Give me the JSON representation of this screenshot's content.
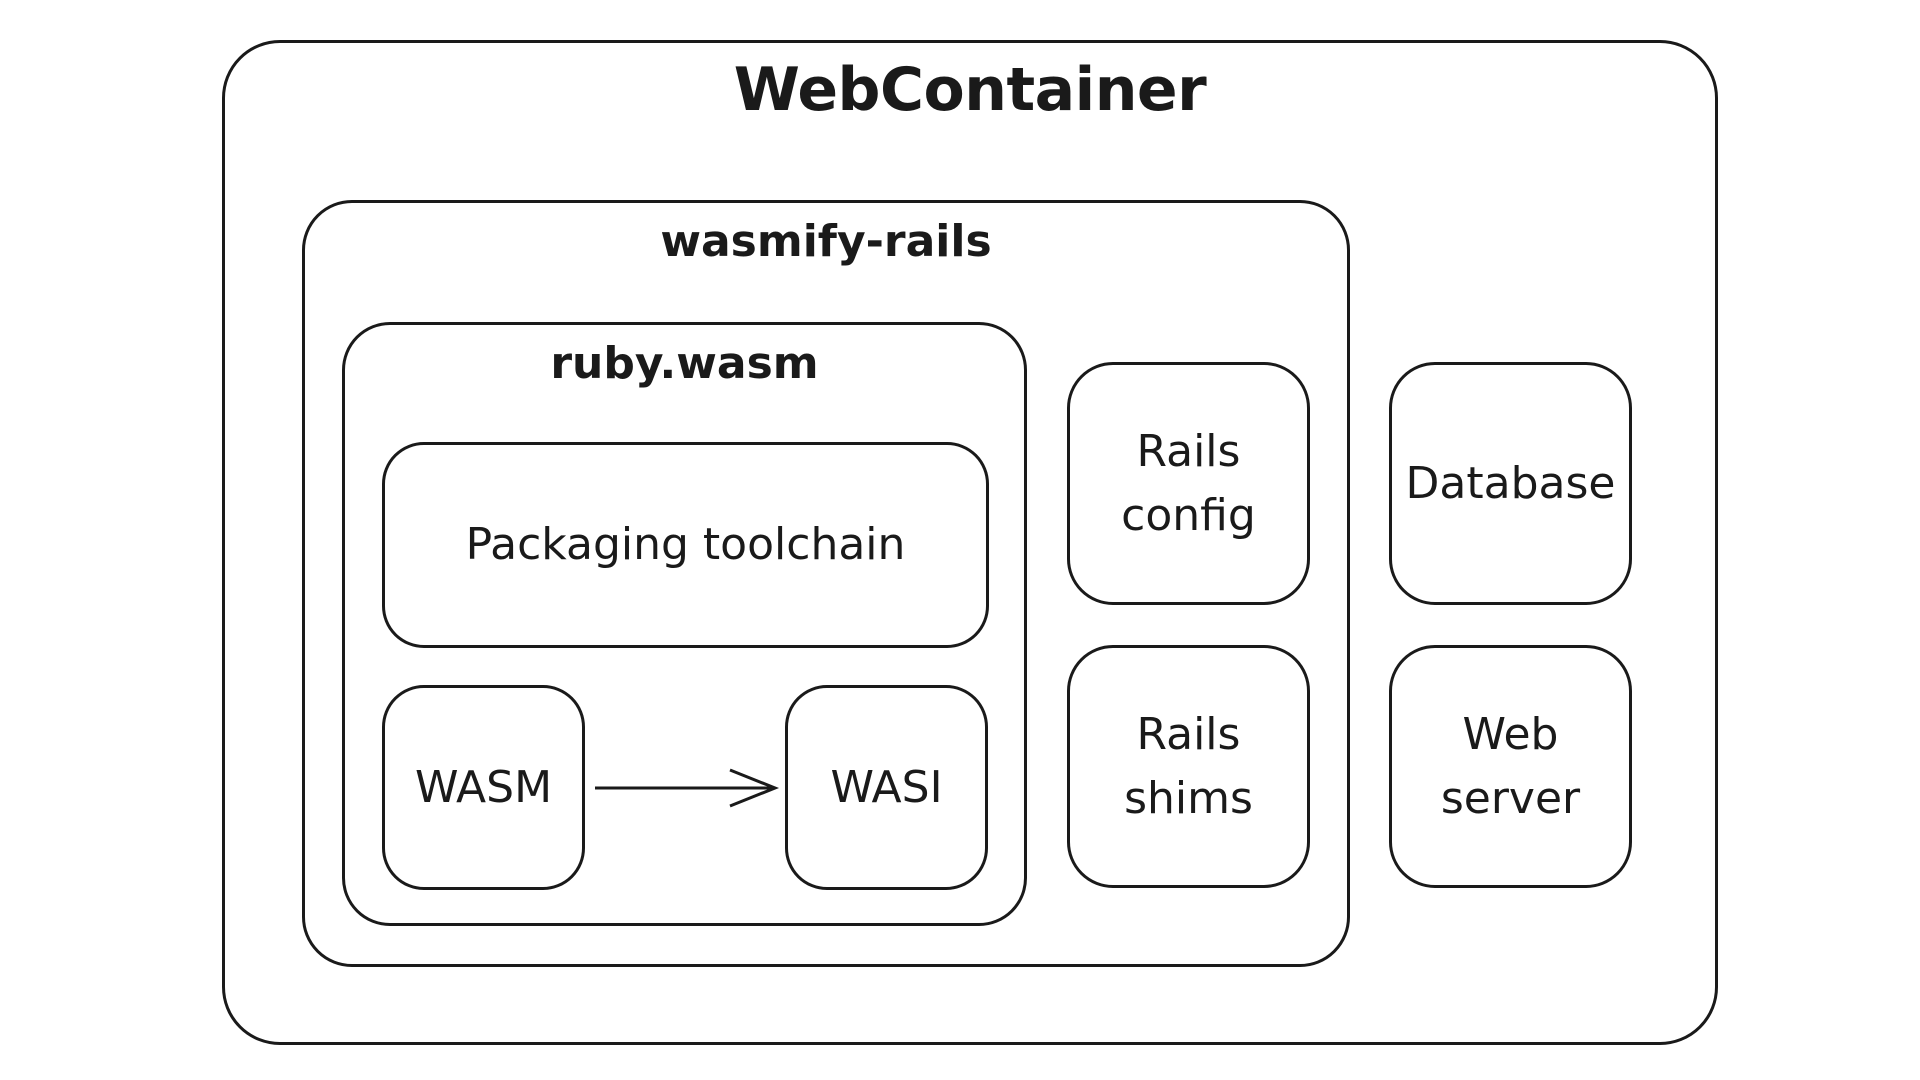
{
  "diagram": {
    "container": {
      "title": "WebContainer"
    },
    "wasmify_rails": {
      "title": "wasmify-rails",
      "ruby_wasm": {
        "title": "ruby.wasm",
        "packaging": "Packaging toolchain",
        "wasm": "WASM",
        "wasi": "WASI"
      },
      "rails_config": "Rails\nconfig",
      "rails_shims": "Rails\nshims"
    },
    "database": "Database",
    "web_server": "Web\nserver"
  },
  "edges": [
    {
      "from": "WASM",
      "to": "WASI",
      "style": "open-arrow"
    }
  ],
  "colors": {
    "stroke": "#1a1a1a",
    "background": "#ffffff"
  }
}
